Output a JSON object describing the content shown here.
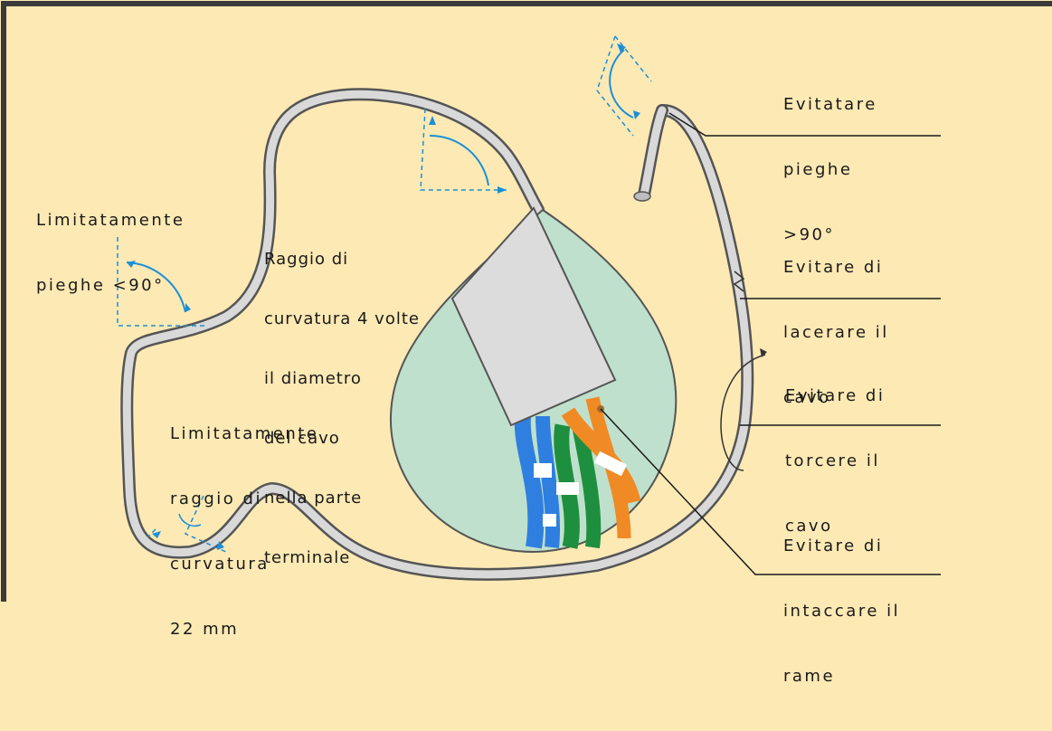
{
  "colors": {
    "background": "#fce9b4",
    "border": "#3a3a3a",
    "cable_fill": "#d9d9d9",
    "cable_outline": "#555555",
    "magnifier_fill": "#bfe0cc",
    "jacket": "#dcdcdc",
    "arrow": "#1c8fd6",
    "wire_blue": "#2f7fe0",
    "wire_orange": "#f08a24",
    "wire_green": "#1e8f3e",
    "leader": "#1a1a1a"
  },
  "labels": {
    "left_top": [
      "Limitatamente",
      "pieghe <90°"
    ],
    "center": [
      "Raggio di",
      "curvatura 4 volte",
      "il diametro",
      "del cavo",
      "nella parte",
      "terminale"
    ],
    "left_bottom": [
      "Limitatamente",
      "raggio di",
      "curvatura",
      "22 mm"
    ],
    "right_1": [
      "Evitatare",
      "pieghe",
      ">90°"
    ],
    "right_2": [
      "Evitare di",
      "lacerare il",
      "cavo"
    ],
    "right_3": [
      "Evitare di",
      "torcere il",
      "cavo"
    ],
    "right_4": [
      "Evitare di",
      "intaccare il",
      "rame"
    ]
  }
}
